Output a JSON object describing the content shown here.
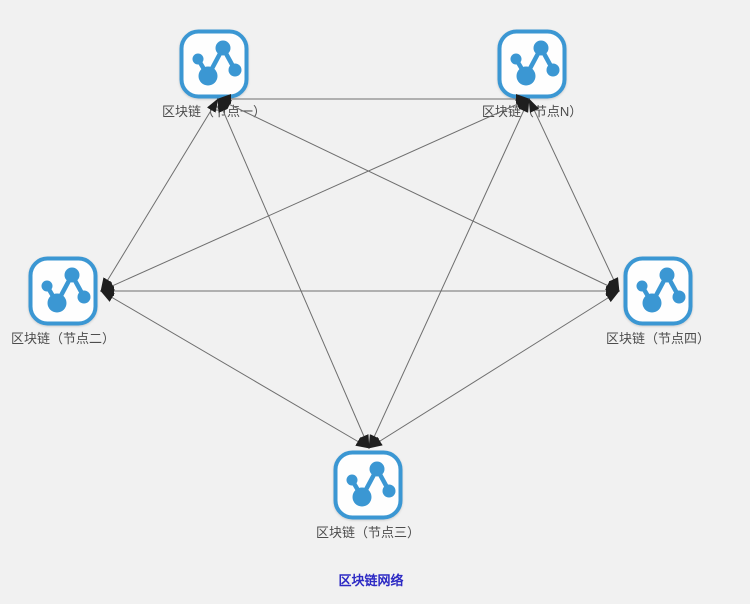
{
  "diagram": {
    "title": "区块链网络",
    "nodes": [
      {
        "id": "node-1",
        "label": "区块链（节点一）",
        "position": "top-left"
      },
      {
        "id": "node-n",
        "label": "区块链（节点N）",
        "position": "top-right"
      },
      {
        "id": "node-2",
        "label": "区块链（节点二）",
        "position": "middle-left"
      },
      {
        "id": "node-3",
        "label": "区块链（节点三）",
        "position": "bottom-center"
      },
      {
        "id": "node-4",
        "label": "区块链（节点四）",
        "position": "middle-right"
      }
    ],
    "edges": [
      [
        "node-1",
        "node-n"
      ],
      [
        "node-1",
        "node-2"
      ],
      [
        "node-1",
        "node-3"
      ],
      [
        "node-1",
        "node-4"
      ],
      [
        "node-n",
        "node-2"
      ],
      [
        "node-n",
        "node-3"
      ],
      [
        "node-n",
        "node-4"
      ],
      [
        "node-2",
        "node-3"
      ],
      [
        "node-2",
        "node-4"
      ],
      [
        "node-3",
        "node-4"
      ]
    ],
    "edge_style": "bidirectional-arrows",
    "node_icon": "network-share-icon",
    "colors": {
      "background": "#f1f1f1",
      "node_blue": "#3b97d3",
      "node_fill": "#fefefe",
      "edge_line": "#6e6e6e",
      "arrowhead": "#1e1e1e",
      "label_text": "#4d4d4d",
      "title_text": "#2d2ac4"
    }
  }
}
